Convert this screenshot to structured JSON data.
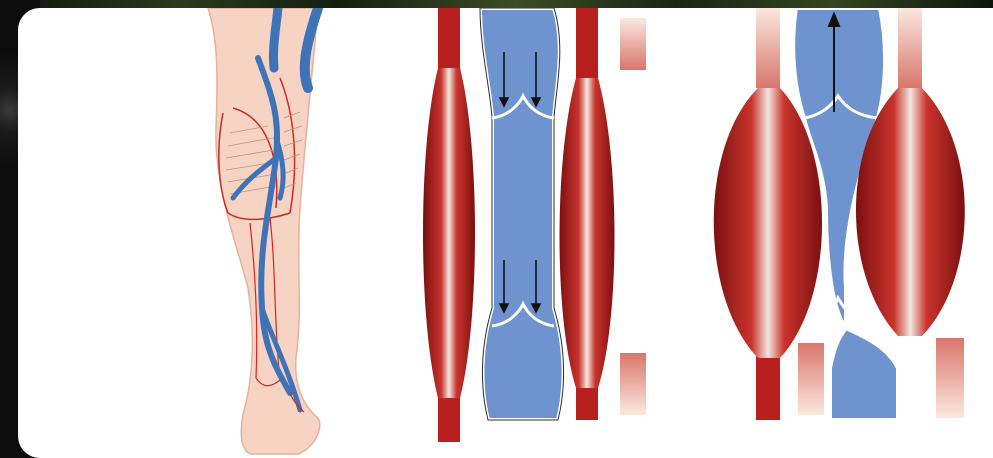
{
  "figure": {
    "panels": [
      "leg-vein-anatomy",
      "muscles-relaxed-valves-closed",
      "muscles-contracted-blood-pumped-up"
    ],
    "colors": {
      "vein": "#3f73b8",
      "vein_fill": "#6f93cf",
      "muscle": "#b81f1f",
      "muscle_dark": "#8e1414",
      "skin": "#f6d3c2",
      "artery": "#c8221c"
    }
  }
}
